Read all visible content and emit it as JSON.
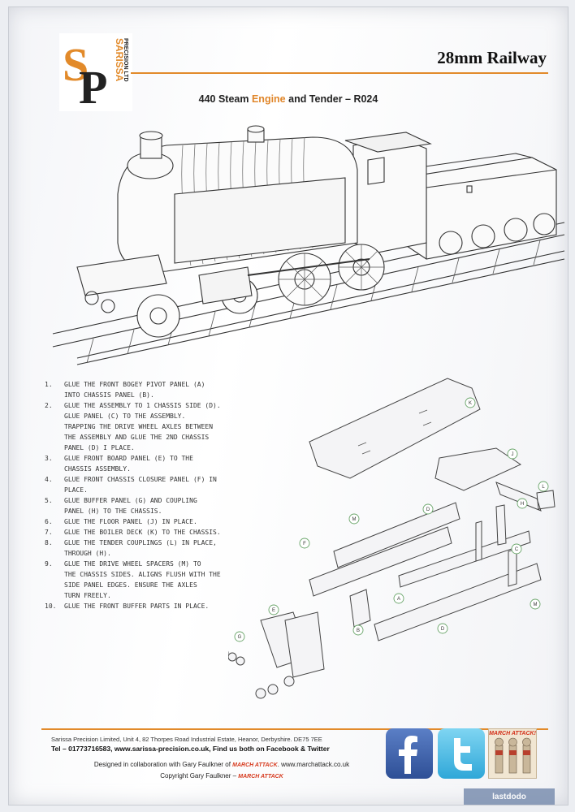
{
  "header": {
    "logo_letters": "SP",
    "logo_text_1": "SARISSA",
    "logo_text_2": "PRECISION LTD",
    "title": "28mm Railway"
  },
  "product": {
    "title_before": "440 Steam ",
    "title_accent": "Engine",
    "title_after": " and Tender – R024"
  },
  "instructions": [
    {
      "num": "1.",
      "lines": [
        "Glue the front bogey pivot panel (A)",
        "into chassis panel (B)."
      ]
    },
    {
      "num": "2.",
      "lines": [
        "Glue the assembly to 1 chassis side (D).",
        "Glue panel (C) to the assembly.",
        "Trapping the drive wheel axles between",
        "the assembly and glue the 2nd chassis",
        "panel (D) i place."
      ]
    },
    {
      "num": "3.",
      "lines": [
        "Glue front board panel (E) to the",
        "chassis assembly."
      ]
    },
    {
      "num": "4.",
      "lines": [
        "Glue front chassis closure panel (F) in",
        "place."
      ]
    },
    {
      "num": "5.",
      "lines": [
        "Glue buffer panel (G) and coupling",
        "panel (H) to the chassis."
      ]
    },
    {
      "num": "6.",
      "lines": [
        "Glue the floor panel (J) in place."
      ]
    },
    {
      "num": "7.",
      "lines": [
        "Glue the boiler deck (K) to the chassis."
      ]
    },
    {
      "num": "8.",
      "lines": [
        "Glue the tender couplings (L) in place,",
        "through (H)."
      ]
    },
    {
      "num": "9.",
      "lines": [
        "Glue the drive wheel spacers (M) to",
        "the chassis sides.  Aligns flush with the",
        "side panel edges.  Ensure the axles",
        "turn freely."
      ]
    },
    {
      "num": "10.",
      "lines": [
        "Glue the front buffer parts in place."
      ]
    }
  ],
  "part_labels": [
    "K",
    "J",
    "L",
    "H",
    "M",
    "D",
    "F",
    "C",
    "A",
    "E",
    "B",
    "D",
    "M",
    "G"
  ],
  "footer": {
    "address": "Sarissa Precision Limited, Unit 4, 82 Thorpes Road Industrial Estate, Heanor, Derbyshire. DE75 7EE",
    "contact": "Tel – 01773716583, www.sarissa-precision.co.uk, Find us both on Facebook  & Twitter",
    "collab_prefix": "Designed in collaboration with Gary Faulkner of ",
    "collab_brand": "MARCH ATTACK",
    "collab_suffix": ". www.marchattack.co.uk",
    "copyright_prefix": "Copyright Gary Faulkner – ",
    "copyright_brand": "MARCH ATTACK",
    "march_attack_badge": "MARCH ATTACK!",
    "watermark": "lastdodo"
  },
  "colors": {
    "accent": "#e0862a",
    "facebook": "#3b5998",
    "twitter": "#33b5e5",
    "march_attack": "#d63a1e"
  },
  "icons": {
    "facebook": "facebook-icon",
    "twitter": "twitter-icon"
  }
}
